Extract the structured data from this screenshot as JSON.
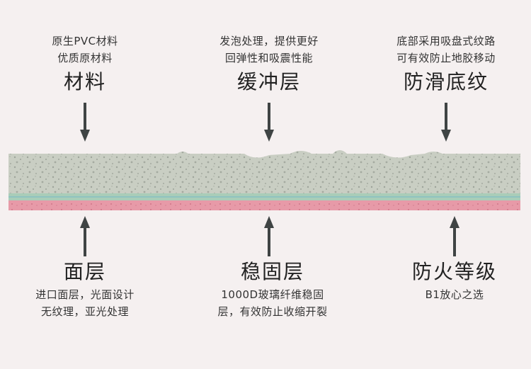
{
  "colors": {
    "background": "#f5f0f0",
    "foam": "#c9cec3",
    "face_layer": "#e79aa8",
    "stable_layer": "#8fc3c0",
    "arrow": "#3f4444"
  },
  "top_callouts": [
    {
      "lines": [
        "原生PVC材料",
        "优质原材料"
      ],
      "title": "材料"
    },
    {
      "lines": [
        "发泡处理，提供更好",
        "回弹性和吸震性能"
      ],
      "title": "缓冲层"
    },
    {
      "lines": [
        "底部采用吸盘式纹路",
        "可有效防止地胶移动"
      ],
      "title": "防滑底纹"
    }
  ],
  "bottom_callouts": [
    {
      "title": "面层",
      "lines": [
        "进口面层，光面设计",
        "无纹理，亚光处理"
      ]
    },
    {
      "title": "稳固层",
      "lines": [
        "1000D玻璃纤维稳固",
        "层，有效防止收缩开裂"
      ]
    },
    {
      "title": "防火等级",
      "lines": [
        "B1放心之选"
      ]
    }
  ],
  "icons": [
    "arrow-down-icon",
    "arrow-up-icon"
  ]
}
